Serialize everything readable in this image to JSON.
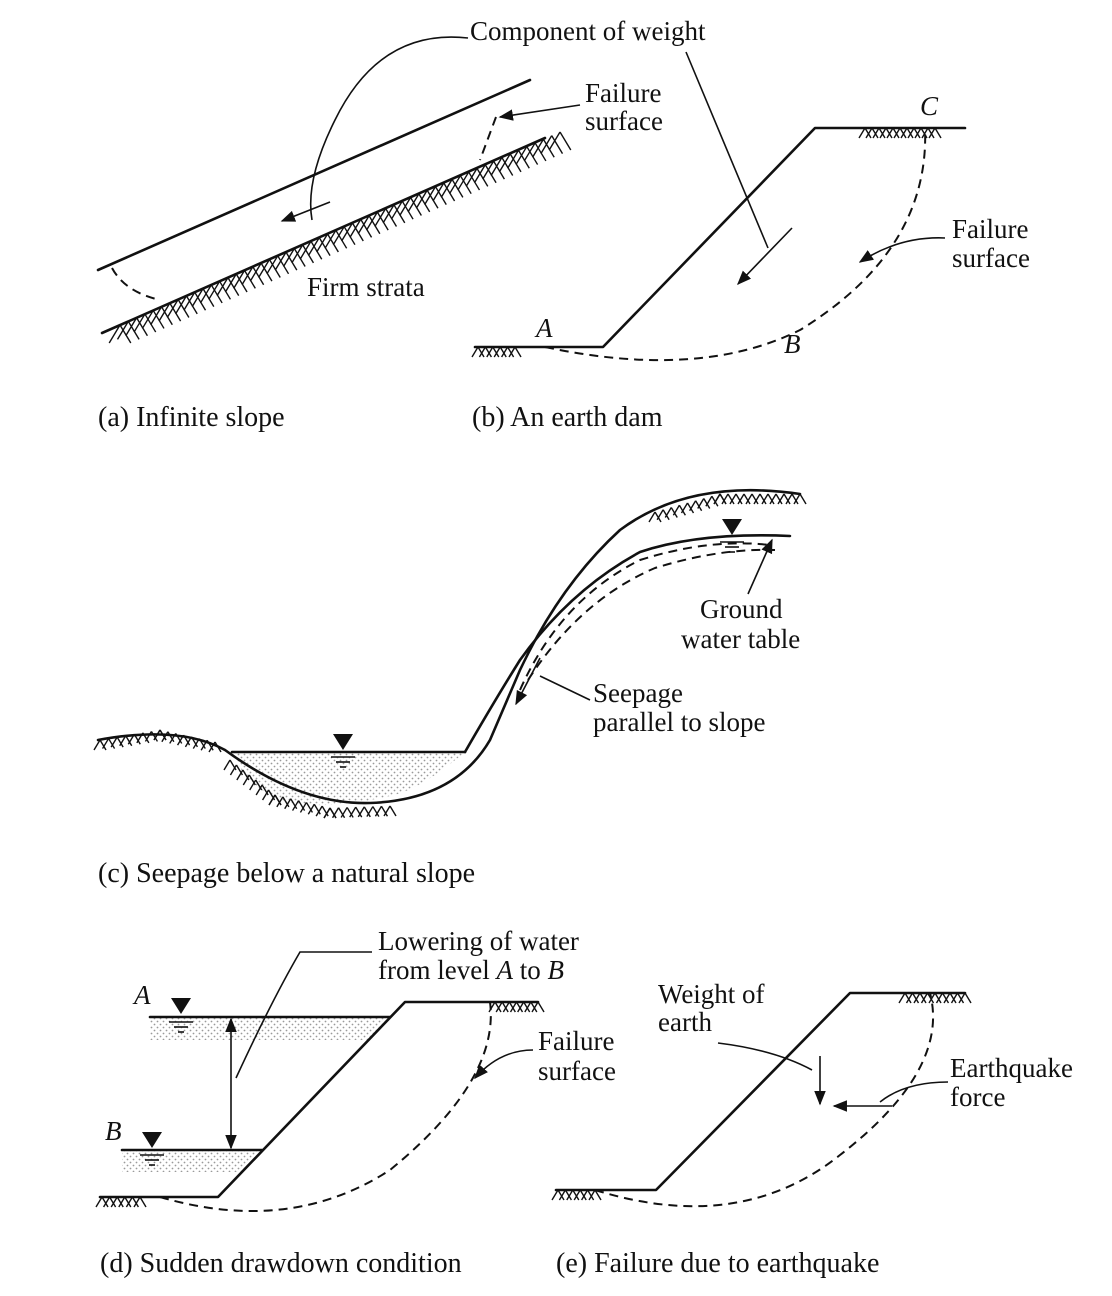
{
  "labels": {
    "component_of_weight": "Component of weight",
    "failure_surface_a_line1": "Failure",
    "failure_surface_a_line2": "surface",
    "firm_strata": "Firm strata",
    "point_a": "A",
    "point_b": "B",
    "point_c": "C",
    "failure_surface_b_line1": "Failure",
    "failure_surface_b_line2": "surface",
    "ground_water_line1": "Ground",
    "ground_water_line2": "water table",
    "seepage_line1": "Seepage",
    "seepage_line2": "parallel to slope",
    "lowering_line1": "Lowering of water",
    "lowering_line2_prefix": "from level ",
    "lowering_line2_a": "A",
    "lowering_line2_mid": " to ",
    "lowering_line2_b": "B",
    "level_a": "A",
    "level_b": "B",
    "failure_surface_d_line1": "Failure",
    "failure_surface_d_line2": "surface",
    "weight_line1": "Weight of",
    "weight_line2": "earth",
    "earthquake_line1": "Earthquake",
    "earthquake_line2": "force"
  },
  "captions": {
    "a": "(a) Infinite slope",
    "b": "(b) An earth dam",
    "c": "(c) Seepage below a natural slope",
    "d": "(d) Sudden drawdown condition",
    "e": "(e) Failure due to earthquake"
  },
  "colors": {
    "ink": "#111111",
    "water_dots": "#9a9a9a"
  },
  "icons": [
    "water-level-triangle-icon",
    "ground-hatch-icon",
    "arrow-icon"
  ]
}
